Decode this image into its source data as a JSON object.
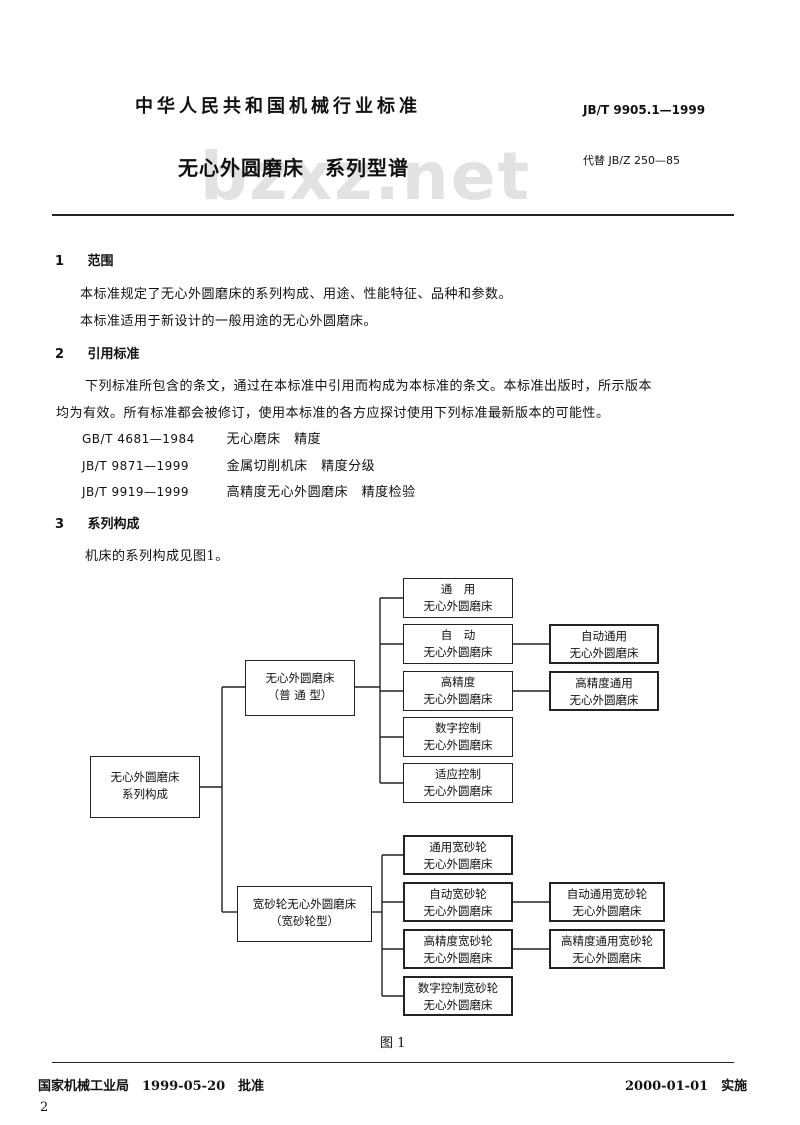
{
  "header": {
    "national_title": "中华人民共和国机械行业标准",
    "standard_code": "JB/T 9905.1—1999",
    "document_title": "无心外圆磨床　系列型谱",
    "replaces": "代替 JB/Z 250—85",
    "watermark": "bzxz.net"
  },
  "sections": [
    {
      "number": "1",
      "title": "范围",
      "paragraphs": [
        "本标准规定了无心外圆磨床的系列构成、用途、性能特征、品种和参数。",
        "本标准适用于新设计的一般用途的无心外圆磨床。"
      ]
    },
    {
      "number": "2",
      "title": "引用标准",
      "paragraphs": [
        "下列标准所包含的条文，通过在本标准中引用而构成为本标准的条文。本标准出版时，所示版本",
        "均为有效。所有标准都会被修订，使用本标准的各方应探讨使用下列标准最新版本的可能性。"
      ],
      "references": [
        {
          "code": "GB/T 4681—1984",
          "title": "无心磨床　精度"
        },
        {
          "code": "JB/T 9871—1999",
          "title": "金属切削机床　精度分级"
        },
        {
          "code": "JB/T 9919—1999",
          "title": "高精度无心外圆磨床　精度检验"
        }
      ]
    },
    {
      "number": "3",
      "title": "系列构成",
      "paragraphs": [
        "机床的系列构成见图1。"
      ]
    }
  ],
  "diagram": {
    "root": [
      "无心外圆磨床",
      "系列构成"
    ],
    "branch_ordinary": [
      "无心外圆磨床",
      "（普 通 型）"
    ],
    "branch_wide": [
      "宽砂轮无心外圆磨床",
      "（宽砂轮型）"
    ],
    "ordinary_children": [
      [
        "通　用",
        "无心外圆磨床"
      ],
      [
        "自　动",
        "无心外圆磨床"
      ],
      [
        "高精度",
        "无心外圆磨床"
      ],
      [
        "数字控制",
        "无心外圆磨床"
      ],
      [
        "适应控制",
        "无心外圆磨床"
      ]
    ],
    "ordinary_grandchildren": [
      [
        "自动通用",
        "无心外圆磨床"
      ],
      [
        "高精度通用",
        "无心外圆磨床"
      ]
    ],
    "wide_children": [
      [
        "通用宽砂轮",
        "无心外圆磨床"
      ],
      [
        "自动宽砂轮",
        "无心外圆磨床"
      ],
      [
        "高精度宽砂轮",
        "无心外圆磨床"
      ],
      [
        "数字控制宽砂轮",
        "无心外圆磨床"
      ]
    ],
    "wide_grandchildren": [
      [
        "自动通用宽砂轮",
        "无心外圆磨床"
      ],
      [
        "高精度通用宽砂轮",
        "无心外圆磨床"
      ]
    ],
    "caption": "图 1"
  },
  "footer": {
    "issued": "国家机械工业局　1999-05-20　批准",
    "implemented": "2000-01-01　实施",
    "page_number": "2"
  }
}
